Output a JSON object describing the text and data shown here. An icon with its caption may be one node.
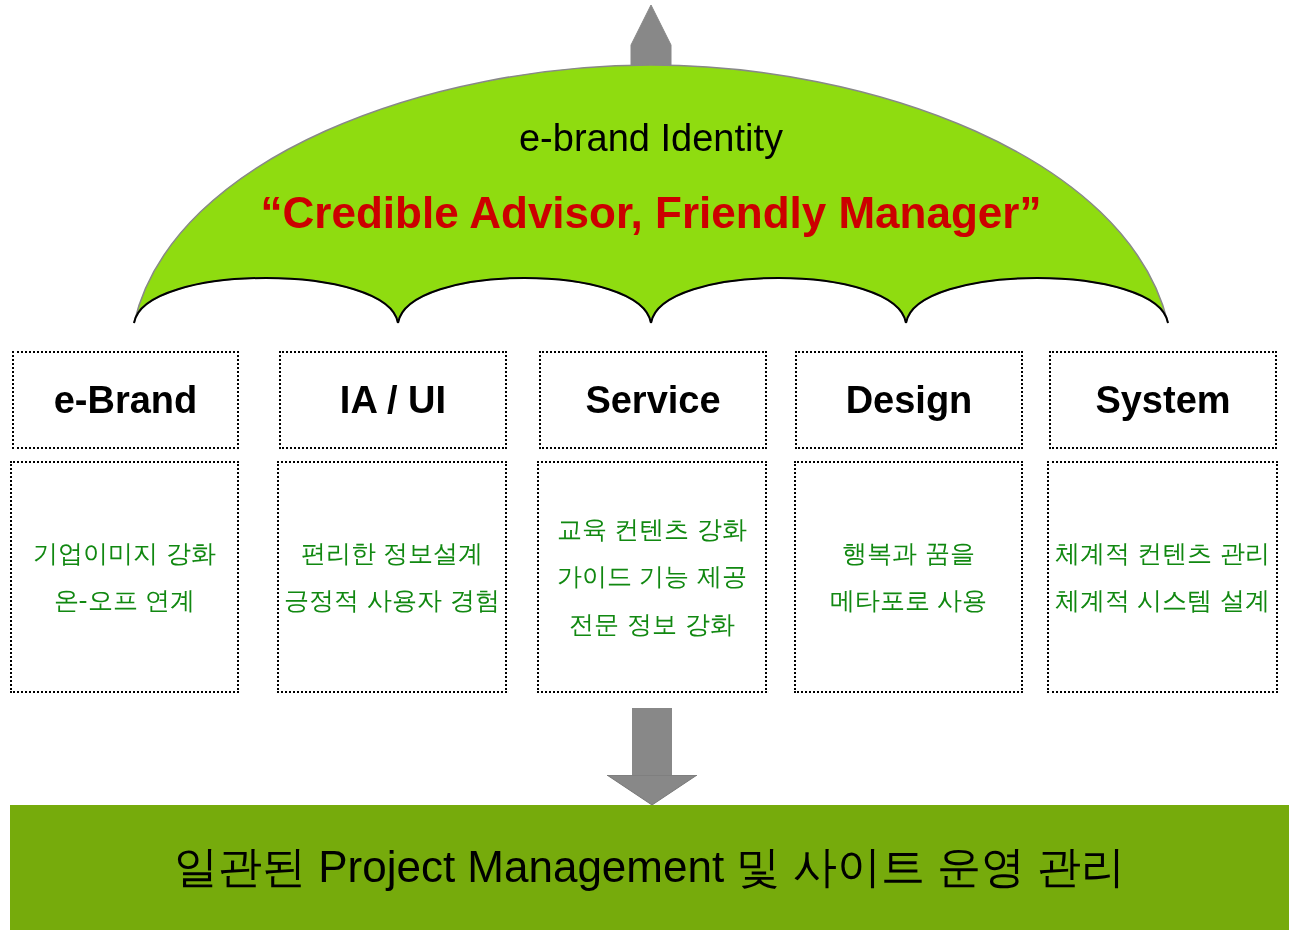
{
  "diagram": {
    "nodes": [
      {
        "text": [
          "e-brand Identity",
          "“Credible Advisor, Friendly Manager”"
        ]
      },
      {
        "text": [
          "e-Brand"
        ]
      },
      {
        "text": [
          "IA / UI"
        ]
      },
      {
        "text": [
          "Service"
        ]
      },
      {
        "text": [
          "Design"
        ]
      },
      {
        "text": [
          "System"
        ]
      },
      {
        "text": [
          "기업이미지 강화 온-오프 연계"
        ]
      },
      {
        "text": [
          "편리한 정보설계 긍정적 사용자 경험"
        ]
      },
      {
        "text": [
          "교육 컨텐츠 강화 가이드 기능 제공 전문 정보 강화"
        ]
      },
      {
        "text": [
          "행복과 꿈을 메타포로 사용"
        ]
      },
      {
        "text": [
          "체계적 컨텐츠 관리 체계적 시스템 설계"
        ]
      },
      {
        "text": [
          "일관된 Project Management 및 사이트 운영 관리"
        ]
      }
    ],
    "edges": [
      {
        "from": 8,
        "to": 11,
        "arrow": "to"
      }
    ]
  }
}
